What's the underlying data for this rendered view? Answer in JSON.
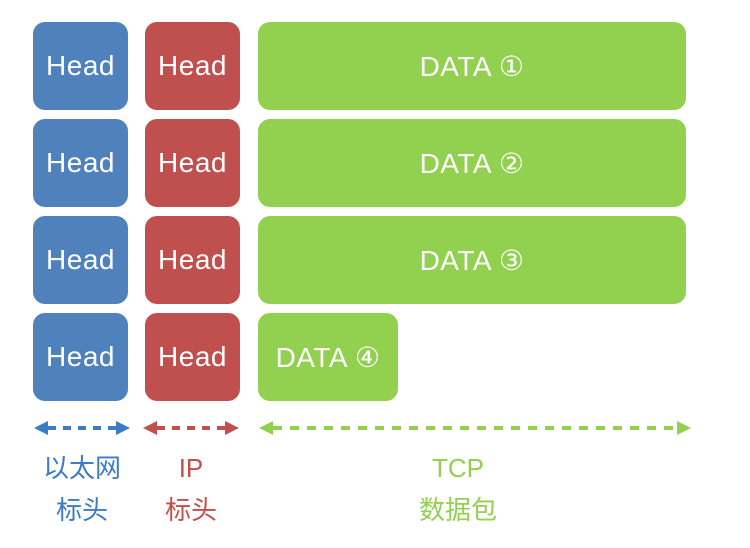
{
  "diagram": {
    "rows": [
      {
        "eth_label": "Head",
        "ip_label": "Head",
        "data_label": "DATA ①"
      },
      {
        "eth_label": "Head",
        "ip_label": "Head",
        "data_label": "DATA ②"
      },
      {
        "eth_label": "Head",
        "ip_label": "Head",
        "data_label": "DATA ③"
      },
      {
        "eth_label": "Head",
        "ip_label": "Head",
        "data_label": "DATA ④"
      }
    ],
    "legend": {
      "ethernet": {
        "line1": "以太网",
        "line2": "标头"
      },
      "ip": {
        "line1": "IP",
        "line2": "标头"
      },
      "tcp": {
        "line1": "TCP",
        "line2": "数据包"
      }
    },
    "colors": {
      "ethernet_blue": "#4f81bd",
      "ip_red": "#c0504d",
      "tcp_green": "#92d050",
      "arrow_blue": "#3c7cc5",
      "arrow_red": "#c0504d",
      "arrow_green": "#92d050"
    }
  }
}
